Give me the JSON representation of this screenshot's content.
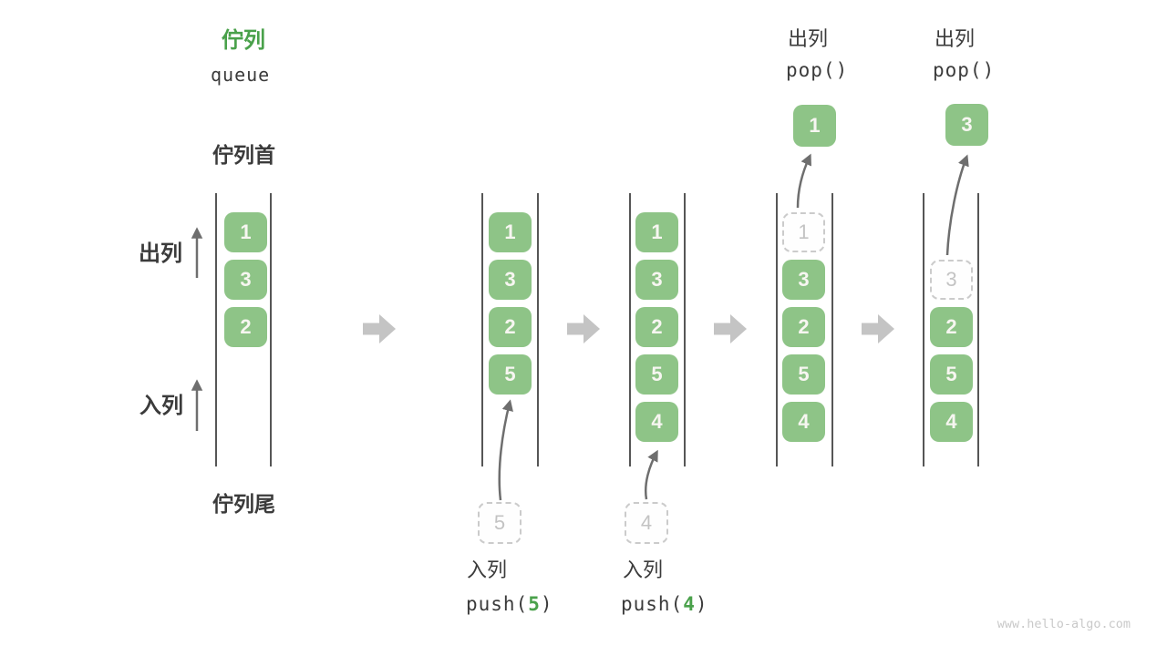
{
  "title": {
    "zh": "佇列",
    "en": "queue"
  },
  "labels": {
    "queue_front": "佇列首",
    "queue_rear": "佇列尾",
    "dequeue": "出列",
    "enqueue": "入列"
  },
  "ops": {
    "pop": [
      {
        "label": "出列",
        "code": "pop()"
      },
      {
        "label": "出列",
        "code": "pop()"
      }
    ],
    "push": [
      {
        "label": "入列",
        "fn": "push(",
        "arg": "5",
        "close": ")"
      },
      {
        "label": "入列",
        "fn": "push(",
        "arg": "4",
        "close": ")"
      }
    ]
  },
  "states": [
    {
      "values": [
        "1",
        "3",
        "2"
      ]
    },
    {
      "values": [
        "1",
        "3",
        "2",
        "5"
      ],
      "incoming": "5"
    },
    {
      "values": [
        "1",
        "3",
        "2",
        "5",
        "4"
      ],
      "incoming": "4"
    },
    {
      "ghost": "1",
      "values": [
        "3",
        "2",
        "5",
        "4"
      ],
      "popped": "1"
    },
    {
      "ghost": "3",
      "values": [
        "2",
        "5",
        "4"
      ],
      "popped": "3"
    }
  ],
  "watermark": "www.hello-algo.com",
  "colors": {
    "cell_green": "#8ec487",
    "accent_green": "#4aa14b",
    "ghost_gray": "#c3c3c3",
    "block_arrow_gray": "#c4c4c4",
    "ink": "#3b3b3b"
  }
}
